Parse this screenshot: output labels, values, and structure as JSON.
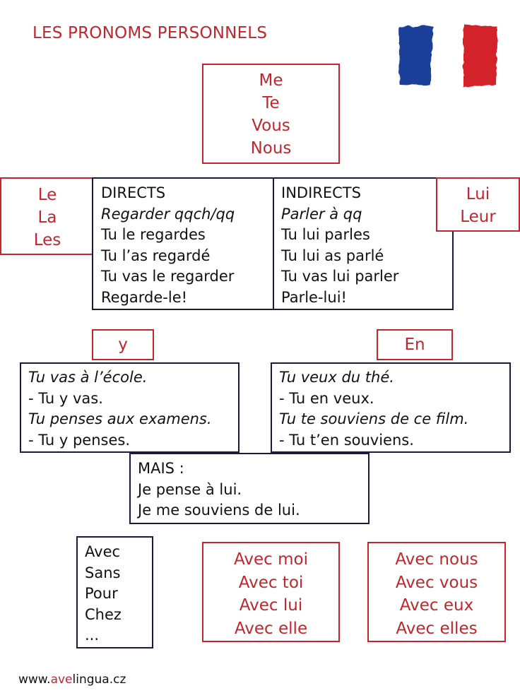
{
  "title": "LES PRONOMS PERSONNELS",
  "flag": {
    "icon": "france-flag-icon",
    "colors": [
      "#1d3f9a",
      "#ffffff",
      "#d4202b"
    ]
  },
  "colors": {
    "accent": "#c0272d",
    "navy": "#1a1a3a"
  },
  "top_box": [
    "Me",
    "Te",
    "Vous",
    "Nous"
  ],
  "left_box": [
    "Le",
    "La",
    "Les"
  ],
  "right_box": [
    "Lui",
    "Leur"
  ],
  "directs": {
    "heading": "DIRECTS",
    "example": "Regarder qqch/qq",
    "lines": [
      "Tu le regardes",
      "Tu l’as regardé",
      "Tu vas le regarder",
      "Regarde-le!"
    ]
  },
  "indirects": {
    "heading": "INDIRECTS",
    "example": "Parler à qq",
    "lines": [
      "Tu lui parles",
      "Tu lui as parlé",
      "Tu vas lui parler",
      "Parle-lui!"
    ]
  },
  "y_label": "y",
  "en_label": "En",
  "y_box": {
    "line1": "Tu vas à l’école.",
    "line2": "- Tu y vas.",
    "line3": "Tu penses aux examens.",
    "line4": "- Tu y penses."
  },
  "en_box": {
    "line1": "Tu veux du thé.",
    "line2": "- Tu en veux.",
    "line3": "Tu te souviens de ce film.",
    "line4": "- Tu t’en souviens."
  },
  "mais_box": [
    "MAIS :",
    "Je pense à lui.",
    "Je me souviens de lui."
  ],
  "prepositions": [
    "Avec",
    "Sans",
    "Pour",
    "Chez",
    "..."
  ],
  "avec_singular": [
    "Avec moi",
    "Avec toi",
    "Avec lui",
    "Avec elle"
  ],
  "avec_plural": [
    "Avec nous",
    "Avec vous",
    "Avec eux",
    "Avec elles"
  ],
  "footer": {
    "prefix": "www.",
    "brand": "ave",
    "suffix": "lingua.cz"
  }
}
